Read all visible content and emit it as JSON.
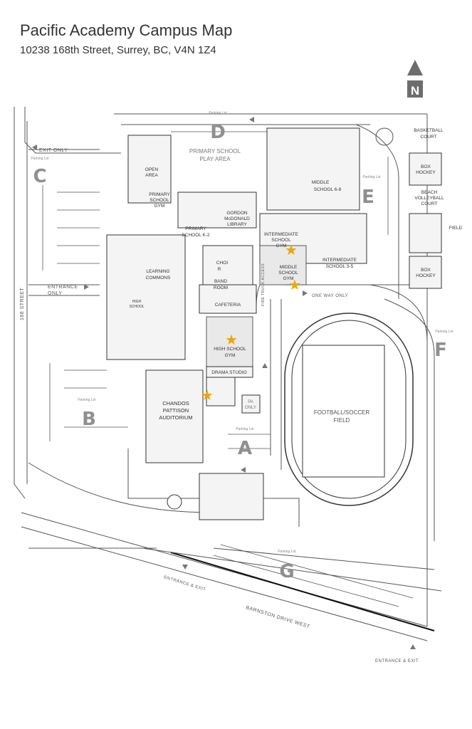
{
  "header": {
    "title": "Pacific Academy Campus Map",
    "address": "10238 168th Street, Surrey, BC, V4N 1Z4"
  },
  "compass": {
    "label": "N",
    "color": "#6d6d6d"
  },
  "colors": {
    "star": "#f0a500",
    "lot_letter": "#8f8f8f",
    "building_outline": "#333333"
  },
  "icons": [
    "compass-arrow-icon",
    "star-icon",
    "arrow-icon"
  ],
  "parking_lots": [
    {
      "letter": "A",
      "label": "Parking Lot"
    },
    {
      "letter": "B",
      "label": "Parking Lot"
    },
    {
      "letter": "C",
      "label": "Parking Lot"
    },
    {
      "letter": "D",
      "label": "Parking Lot"
    },
    {
      "letter": "E",
      "label": "Parking Lot"
    },
    {
      "letter": "F",
      "label": "Parking Lot"
    },
    {
      "letter": "G",
      "label": "Parking Lot"
    }
  ],
  "buildings": {
    "primary_play_area": [
      "PRIMARY SCHOOL",
      "PLAY AREA"
    ],
    "open_area": [
      "OPEN",
      "AREA"
    ],
    "primary_school_gym": [
      "PRIMARY",
      "SCHOOL",
      "GYM"
    ],
    "primary_school_k2": [
      "PRIMARY",
      "SCHOOL  K-2"
    ],
    "library": [
      "GORDON",
      "McDONALD",
      "LIBRARY"
    ],
    "middle_school_6_8": [
      "MIDDLE",
      "SCHOOL  6-8"
    ],
    "intermediate_gym": [
      "INTERMEDIATE",
      "SCHOOL",
      "GYM"
    ],
    "middle_school_gym": [
      "MIDDLE",
      "SCHOOL",
      "GYM"
    ],
    "intermediate_3_5": [
      "INTERMEDIATE",
      "SCHOOL   3-5"
    ],
    "choir_room": [
      "CHOI",
      "R"
    ],
    "band_room": [
      "BAND",
      "ROOM"
    ],
    "cafeteria": "CAFETERIA",
    "learning_commons": [
      "LEARNING",
      "COMMONS"
    ],
    "high_school": [
      "HIGH",
      "SCHOOL"
    ],
    "high_school_gym": [
      "HIGH SCHOOL",
      "GYM"
    ],
    "drama_studio": "DRAMA STUDIO",
    "auditorium": [
      "CHANDOS",
      "PATTISON",
      "AUDITORIUM"
    ],
    "pa_only": [
      "PA",
      "ONLY"
    ],
    "football_field": [
      "FOOTBALL/SOCCER",
      "FIELD"
    ],
    "basketball_court": [
      "BASKETBALL",
      "COURT"
    ],
    "box_hockey_1": [
      "BOX",
      "HOCKEY"
    ],
    "beach_volleyball": [
      "BEACH",
      "VOLLEYBALL",
      "COURT"
    ],
    "field": "FIELD",
    "box_hockey_2": [
      "BOX",
      "HOCKEY"
    ]
  },
  "roads": {
    "street_168": "168 STREET",
    "barnston": "BARNSTON DRIVE WEST",
    "exit_only": "EXIT ONLY",
    "entrance_only": [
      "ENTRANCE",
      "ONLY"
    ],
    "entrance_exit_1": "ENTRANCE & EXIT",
    "entrance_exit_2": "ENTRANCE & EXIT",
    "one_way_only": "ONE WAY ONLY",
    "fire_truck_access": "FIRE TRUCK ACCESS"
  }
}
